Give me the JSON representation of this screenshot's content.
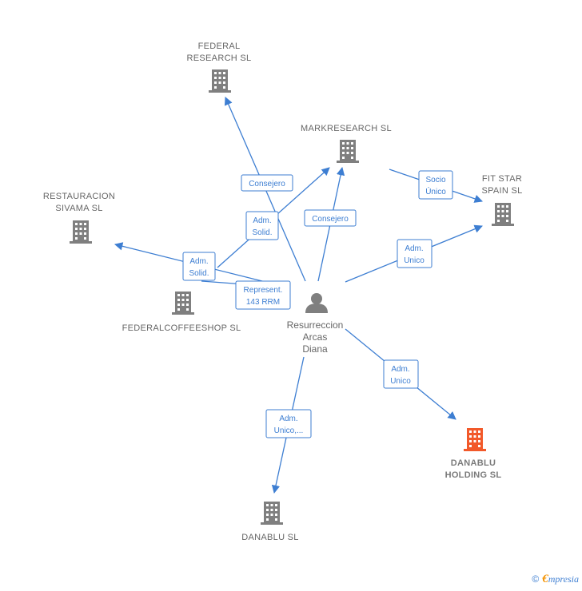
{
  "colors": {
    "edge": "#3d7ed2",
    "building": "#7f7f7f",
    "building_main": "#f2592a",
    "person": "#7f7f7f",
    "label": "#666666"
  },
  "nodes": [
    {
      "id": "federal-research",
      "type": "company",
      "lines": [
        "FEDERAL",
        "RESEARCH  SL"
      ]
    },
    {
      "id": "markresearch",
      "type": "company",
      "lines": [
        "MARKRESEARCH SL"
      ]
    },
    {
      "id": "fit-star",
      "type": "company",
      "lines": [
        "FIT STAR",
        "SPAIN SL"
      ]
    },
    {
      "id": "restauracion",
      "type": "company",
      "lines": [
        "RESTAURACION",
        "SIVAMA  SL"
      ]
    },
    {
      "id": "federalcoffeeshop",
      "type": "company",
      "lines": [
        "FEDERALCOFFEESHOP SL"
      ]
    },
    {
      "id": "person",
      "type": "person",
      "lines": [
        "Resurreccion",
        "Arcas",
        "Diana"
      ]
    },
    {
      "id": "danablu-holding",
      "type": "company-main",
      "lines": [
        "DANABLU",
        "HOLDING  SL"
      ]
    },
    {
      "id": "danablu",
      "type": "company",
      "lines": [
        "DANABLU  SL"
      ]
    }
  ],
  "edges": [
    {
      "id": "e1",
      "label": [
        "Consejero"
      ]
    },
    {
      "id": "e2",
      "label": [
        "Adm.",
        "Solid."
      ]
    },
    {
      "id": "e3",
      "label": [
        "Consejero"
      ]
    },
    {
      "id": "e4",
      "label": [
        "Socio",
        "Único"
      ]
    },
    {
      "id": "e5",
      "label": [
        "Adm.",
        "Solid."
      ]
    },
    {
      "id": "e6",
      "label": [
        "Represent.",
        "143 RRM"
      ]
    },
    {
      "id": "e7",
      "label": [
        "Adm.",
        "Unico"
      ]
    },
    {
      "id": "e8",
      "label": [
        "Adm.",
        "Unico"
      ]
    },
    {
      "id": "e9",
      "label": [
        "Adm.",
        "Unico,..."
      ]
    }
  ],
  "footer": {
    "copyright": "©",
    "brand_first": "€",
    "brand_rest": "mpresia"
  },
  "icons": {
    "company": "building-icon",
    "person": "person-icon",
    "copyright": "copyright-icon"
  }
}
